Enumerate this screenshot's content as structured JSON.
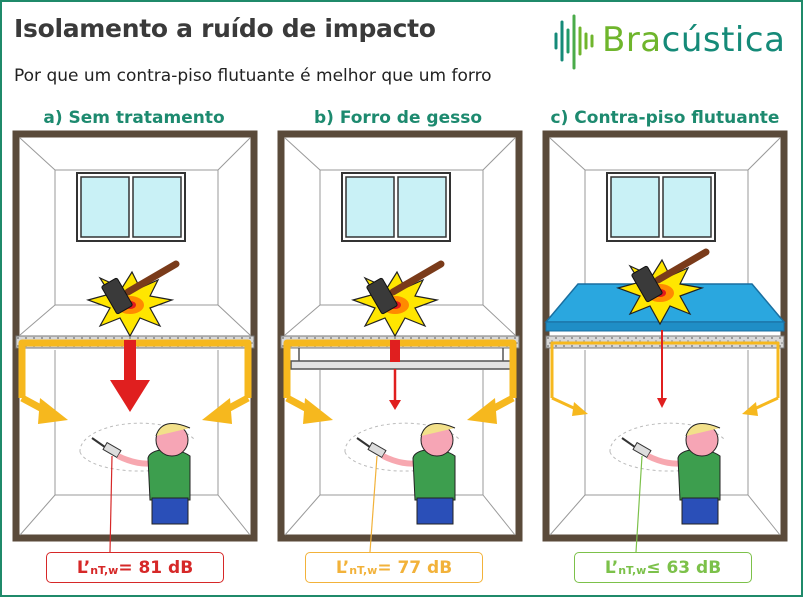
{
  "header": {
    "title": "Isolamento a ruído de impacto",
    "subtitle": "Por que um contra-piso flutuante é melhor que um forro"
  },
  "logo": {
    "text_primary": "Bra",
    "text_accent": "cústica"
  },
  "panels": [
    {
      "title": "a) Sem tratamento",
      "label_prefix": "L’",
      "label_sub": "nT,w",
      "label_value": " = 81 dB",
      "color": "#d62828"
    },
    {
      "title": "b) Forro de gesso",
      "label_prefix": "L’",
      "label_sub": "nT,w",
      "label_value": " = 77 dB",
      "color": "#f2b23a"
    },
    {
      "title": "c) Contra-piso flutuante",
      "label_prefix": "L’",
      "label_sub": "nT,w",
      "label_value": " ≤ 63 dB",
      "color": "#7cc14a"
    }
  ],
  "colors": {
    "frame": "#1f8a6a",
    "room_wall": "#5a4a3a",
    "flanking_arrow": "#f6b81e",
    "impact_arrow": "#e01f1f",
    "floating_floor": "#2aa7df"
  }
}
